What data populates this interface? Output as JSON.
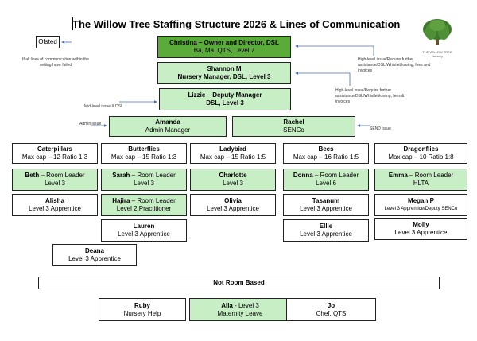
{
  "title": "The Willow Tree Staffing Structure 2026 & Lines of Communication",
  "logo": {
    "name": "THE WILLOW TREE",
    "tagline": "Nursery"
  },
  "ofsted": {
    "label": "Ofsted",
    "note": "If all lines of communication within the setting have failed"
  },
  "top": [
    {
      "line1": "Christina – Owner and Director, DSL",
      "line2": "Ba, Ma, QTS, Level 7"
    },
    {
      "line1": "Shannon M",
      "line2": "Nursery Manager, DSL, Level 3"
    },
    {
      "line1": "Lizzie – Deputy Manager",
      "line2": "DSL, Level 3"
    }
  ],
  "notes": {
    "high1": "High-level issue/Require further assistance/DSL/Whistleblowing, fees and invoices",
    "high2": "High-level issue/Require further assistance/DSL/Whistleblowing, fees & invoices",
    "mid": "Mid-level issue & DSL",
    "admin": "Admin issue",
    "send": "SEND issue"
  },
  "admin": {
    "name": "Amanda",
    "role": "Admin Manager"
  },
  "senco": {
    "name": "Rachel",
    "role": "SENCo"
  },
  "rooms": [
    {
      "name": "Caterpillars",
      "cap": "Max cap – 12 Ratio 1:3"
    },
    {
      "name": "Butterflies",
      "cap": "Max cap – 15 Ratio 1:3"
    },
    {
      "name": "Ladybird",
      "cap": "Max cap – 15 Ratio 1:5"
    },
    {
      "name": "Bees",
      "cap": "Max cap – 16 Ratio 1:5"
    },
    {
      "name": "Dragonflies",
      "cap": "Max cap – 10 Ratio 1:8"
    }
  ],
  "leaders": [
    {
      "name": "Beth",
      "role": " – Room Leader",
      "level": "Level 3"
    },
    {
      "name": "Sarah",
      "role": " – Room Leader",
      "level": "Level 3"
    },
    {
      "name": "Charlotte",
      "role": "",
      "level": "Level 3"
    },
    {
      "name": "Donna",
      "role": " – Room Leader",
      "level": "Level 6"
    },
    {
      "name": "Emma",
      "role": " – Room Leader",
      "level": "HLTA"
    }
  ],
  "staff": {
    "alisha": {
      "name": "Alisha",
      "role": "Level 3 Apprentice"
    },
    "hajira": {
      "name": "Hajira",
      "role": " – Room Leader",
      "level": "Level 2 Practitioner"
    },
    "olivia": {
      "name": "Olivia",
      "role": "Level 3 Apprentice"
    },
    "tasanum": {
      "name": "Tasanum",
      "role": "Level 3 Apprentice"
    },
    "meganp": {
      "name": "Megan P",
      "role": "Level 3 Apprentice/Deputy SENCo"
    },
    "lauren": {
      "name": "Lauren",
      "role": "Level 3 Apprentice"
    },
    "ellie": {
      "name": "Ellie",
      "role": "Level 3 Apprentice"
    },
    "molly": {
      "name": "Molly",
      "role": "Level 3 Apprentice"
    },
    "deana": {
      "name": "Deana",
      "role": "Level 3 Apprentice"
    }
  },
  "not_room_based": "Not Room Based",
  "bottom": [
    {
      "name": "Ruby",
      "role": "Nursery Help"
    },
    {
      "name": "Aila",
      "suffix": " - Level 3",
      "role": "Maternity Leave"
    },
    {
      "name": "Jo",
      "role": "Chef, QTS"
    }
  ]
}
